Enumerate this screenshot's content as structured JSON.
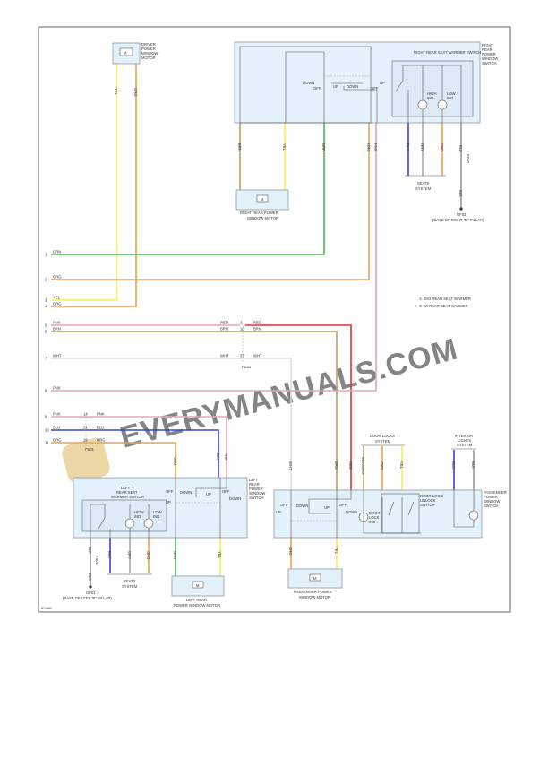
{
  "figure_id": "871682",
  "legend": [
    "① W/O REAR SEAT WARMER",
    "② W/ REAR SEAT WARMER"
  ],
  "components": {
    "driver_motor": [
      "DRIVER",
      "POWER",
      "WINDOW",
      "MOTOR"
    ],
    "rr_switch": [
      "RIGHT",
      "REAR",
      "POWER",
      "WINDOW",
      "SWITCH"
    ],
    "rr_warmer": "RIGHT REAR SEAT WARMER SWITCH",
    "rr_motor": [
      "RIGHT REAR POWER",
      "WINDOW MOTOR"
    ],
    "lr_switch": [
      "LEFT",
      "REAR",
      "POWER",
      "WINDOW",
      "SWITCH"
    ],
    "lr_warmer": [
      "LEFT",
      "REAR SEAT",
      "WARMER SWITCH"
    ],
    "lr_motor": [
      "LEFT REAR",
      "POWER WINDOW MOTOR"
    ],
    "pass_switch": [
      "PASSENGER",
      "POWER",
      "WINDOW",
      "SWITCH"
    ],
    "pass_motor": [
      "PASSENGER POWER",
      "WINDOW MOTOR"
    ],
    "door_lock_switch": [
      "DOOR LOCK/",
      "UNLOCK",
      "SWITCH"
    ],
    "door_lock_ind": [
      "DOOR",
      "LOCK",
      "IND"
    ],
    "seats_system": [
      "SEATS",
      "SYSTEM"
    ],
    "door_locks_system": [
      "DOOR LOCKS",
      "SYSTEM"
    ],
    "interior_lights": [
      "INTERIOR",
      "LIGHTS",
      "SYSTEM"
    ],
    "gf02": [
      "GF02",
      "(BASE OF RIGHT \"B\" PILLAR)"
    ],
    "gf01": [
      "GF01",
      "(BASE OF LEFT \"B\" PILLAR)"
    ],
    "connectors": [
      "FS01",
      "FS01",
      "FD02",
      "FD21"
    ]
  },
  "switch_labels": {
    "down": "DOWN",
    "up": "UP",
    "off": "OFF",
    "high": "HIGH",
    "low": "LOW",
    "ind": "IND",
    "motor": "M"
  },
  "rows": [
    {
      "num": "1",
      "color": "GRN"
    },
    {
      "num": "2",
      "color": "ORG"
    },
    {
      "num": "3",
      "color": "YEL"
    },
    {
      "num": "4",
      "color": "ORG"
    },
    {
      "num": "5",
      "color": "PNK",
      "mid": "RED",
      "pin": "3",
      "right": "RED"
    },
    {
      "num": "6",
      "color": "BRN",
      "mid": "BRN",
      "pin": "10",
      "right": "BRN"
    },
    {
      "num": "7",
      "color": "WHT",
      "mid": "WHT",
      "pin": "37",
      "right": "WHT"
    },
    {
      "num": "8",
      "color": "PNK"
    },
    {
      "num": "9",
      "color": "PNK",
      "pin": "14",
      "right": "PNK"
    },
    {
      "num": "10",
      "color": "BLU",
      "pin": "21",
      "right": "BLU"
    },
    {
      "num": "11",
      "color": "ORG",
      "pin": "19",
      "right": "ORG"
    }
  ],
  "wire_labels": {
    "driver": [
      "YEL",
      "ORG"
    ],
    "rr_top": [
      "BRN",
      "YEL",
      "GRN",
      "ORG",
      "PNK",
      "BLU",
      "GRY",
      "ORG",
      "BLK",
      "BLK",
      "BLK"
    ],
    "lr_top": [
      "ORG",
      "BLU",
      "PNK"
    ],
    "lr_bottom": [
      "BLK",
      "BLK",
      "BLU",
      "GRY",
      "ORG",
      "GRN",
      "YEL"
    ],
    "pass_top": [
      "WHT",
      "BRN",
      "RED",
      "BRN/ORG",
      "ORG",
      "YEL",
      "BLU",
      "BLK"
    ],
    "pass_bottom": [
      "ORG",
      "YEL"
    ]
  },
  "colors": {
    "GRN": "#4cb84c",
    "ORG": "#f2a050",
    "YEL": "#f5ee55",
    "PNK": "#f0a0b4",
    "RED": "#e03030",
    "BRN": "#b8a060",
    "WHT": "#d8d8d8",
    "BLU": "#4040d0",
    "GRY": "#aaaaaa",
    "BLK": "#777777"
  },
  "watermark": "EVERYMANUALS.COM"
}
